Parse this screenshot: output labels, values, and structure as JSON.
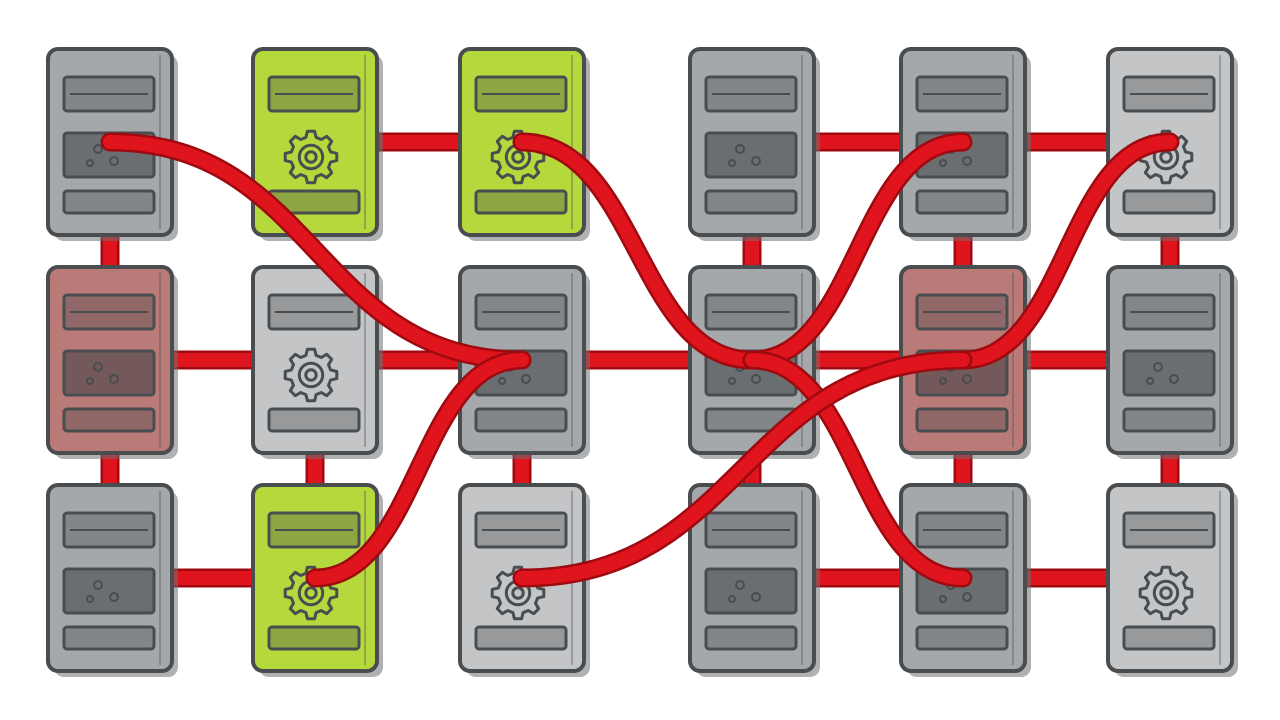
{
  "colors": {
    "background": "#ffffff",
    "cable": "#e0141c",
    "cable_edge": "#9e0a10",
    "outline": "#4a4d50",
    "server_gray": "#a5a8ab",
    "server_light": "#c3c5c7",
    "server_green": "#b5d93c",
    "server_red": "#b97a78"
  },
  "servers": [
    {
      "id": "s-r1-c1",
      "row": 1,
      "col": 1,
      "status": "default",
      "icon": "vent-panel"
    },
    {
      "id": "s-r1-c2",
      "row": 1,
      "col": 2,
      "status": "active",
      "icon": "gear-icon"
    },
    {
      "id": "s-r1-c3",
      "row": 1,
      "col": 3,
      "status": "active",
      "icon": "gear-icon"
    },
    {
      "id": "s-r1-c4",
      "row": 1,
      "col": 4,
      "status": "default",
      "icon": "vent-panel"
    },
    {
      "id": "s-r1-c5",
      "row": 1,
      "col": 5,
      "status": "default",
      "icon": "vent-panel"
    },
    {
      "id": "s-r1-c6",
      "row": 1,
      "col": 6,
      "status": "idle",
      "icon": "gear-icon"
    },
    {
      "id": "s-r2-c1",
      "row": 2,
      "col": 1,
      "status": "error",
      "icon": "vent-panel"
    },
    {
      "id": "s-r2-c2",
      "row": 2,
      "col": 2,
      "status": "idle",
      "icon": "gear-icon"
    },
    {
      "id": "s-r2-c3",
      "row": 2,
      "col": 3,
      "status": "default",
      "icon": "vent-panel"
    },
    {
      "id": "s-r2-c4",
      "row": 2,
      "col": 4,
      "status": "default",
      "icon": "vent-panel"
    },
    {
      "id": "s-r2-c5",
      "row": 2,
      "col": 5,
      "status": "error",
      "icon": "vent-panel"
    },
    {
      "id": "s-r2-c6",
      "row": 2,
      "col": 6,
      "status": "default",
      "icon": "vent-panel"
    },
    {
      "id": "s-r3-c1",
      "row": 3,
      "col": 1,
      "status": "default",
      "icon": "vent-panel"
    },
    {
      "id": "s-r3-c2",
      "row": 3,
      "col": 2,
      "status": "active",
      "icon": "gear-icon"
    },
    {
      "id": "s-r3-c3",
      "row": 3,
      "col": 3,
      "status": "idle",
      "icon": "gear-icon"
    },
    {
      "id": "s-r3-c4",
      "row": 3,
      "col": 4,
      "status": "default",
      "icon": "vent-panel"
    },
    {
      "id": "s-r3-c5",
      "row": 3,
      "col": 5,
      "status": "default",
      "icon": "vent-panel"
    },
    {
      "id": "s-r3-c6",
      "row": 3,
      "col": 6,
      "status": "idle",
      "icon": "gear-icon"
    }
  ],
  "cables": [
    {
      "from": "s-r1-c1",
      "to": "s-r2-c1"
    },
    {
      "from": "s-r2-c1",
      "to": "s-r3-c1"
    },
    {
      "from": "s-r2-c2",
      "to": "s-r3-c2"
    },
    {
      "from": "s-r2-c3",
      "to": "s-r3-c3"
    },
    {
      "from": "s-r1-c4",
      "to": "s-r2-c4"
    },
    {
      "from": "s-r2-c4",
      "to": "s-r3-c4"
    },
    {
      "from": "s-r1-c5",
      "to": "s-r2-c5"
    },
    {
      "from": "s-r2-c5",
      "to": "s-r3-c5"
    },
    {
      "from": "s-r1-c6",
      "to": "s-r2-c6"
    },
    {
      "from": "s-r2-c6",
      "to": "s-r3-c6"
    },
    {
      "from": "s-r1-c2",
      "to": "s-r1-c3"
    },
    {
      "from": "s-r1-c4",
      "to": "s-r1-c5"
    },
    {
      "from": "s-r1-c5",
      "to": "s-r1-c6"
    },
    {
      "from": "s-r2-c1",
      "to": "s-r2-c2"
    },
    {
      "from": "s-r2-c2",
      "to": "s-r2-c3"
    },
    {
      "from": "s-r3-c1",
      "to": "s-r3-c2"
    },
    {
      "from": "s-r3-c4",
      "to": "s-r3-c5"
    },
    {
      "from": "s-r3-c5",
      "to": "s-r3-c6"
    },
    {
      "from": "s-r1-c1",
      "to": "s-r2-c3"
    },
    {
      "from": "s-r1-c3",
      "to": "s-r2-c4"
    },
    {
      "from": "s-r2-c3",
      "to": "s-r2-c4"
    },
    {
      "from": "s-r2-c4",
      "to": "s-r1-c5"
    },
    {
      "from": "s-r1-c6",
      "to": "s-r2-c5"
    },
    {
      "from": "s-r2-c2",
      "to": "s-r2-c6"
    },
    {
      "from": "s-r2-c4",
      "to": "s-r3-c5"
    },
    {
      "from": "s-r3-c3",
      "to": "s-r2-c5"
    },
    {
      "from": "s-r3-c2",
      "to": "s-r2-c3"
    }
  ]
}
